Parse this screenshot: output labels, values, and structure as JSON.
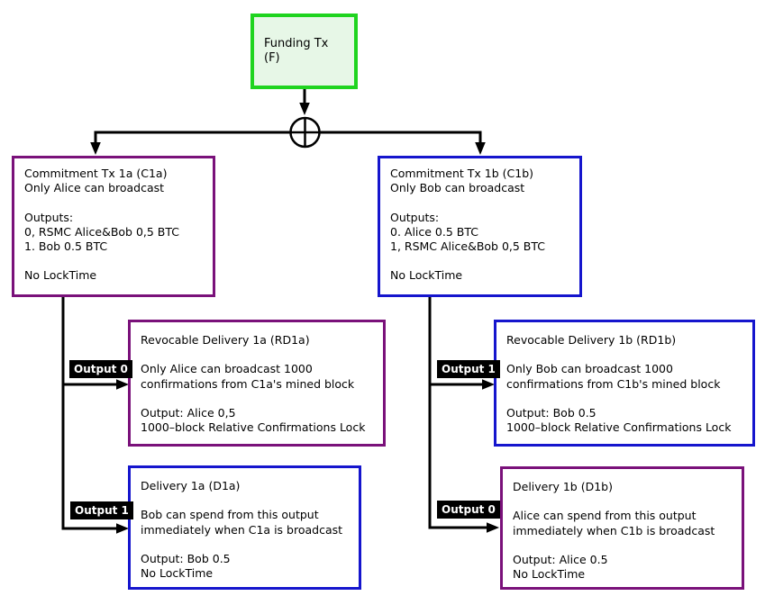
{
  "colors": {
    "green_border": "#1fd41f",
    "green_fill": "#e7f7e7",
    "purple": "#7a117a",
    "blue": "#1515cd",
    "badge_bg": "#000000",
    "badge_text": "#ffffff",
    "line": "#000000"
  },
  "funding": {
    "label": "Funding Tx (F)"
  },
  "boxes": {
    "c1a": {
      "lines": [
        "Commitment Tx 1a (C1a)",
        "Only Alice can broadcast",
        "",
        "Outputs:",
        "0, RSMC Alice&Bob 0,5 BTC",
        "1. Bob 0.5 BTC",
        "",
        "No LockTime"
      ]
    },
    "c1b": {
      "lines": [
        "Commitment Tx 1b (C1b)",
        "Only Bob can broadcast",
        "",
        "Outputs:",
        "0. Alice 0.5 BTC",
        "1, RSMC Alice&Bob 0,5 BTC",
        "",
        "No LockTime"
      ]
    },
    "rd1a": {
      "lines": [
        "Revocable Delivery 1a (RD1a)",
        "",
        "Only Alice can broadcast 1000",
        "confirmations from C1a's mined block",
        "",
        "Output: Alice 0,5",
        "1000–block Relative Confirmations Lock"
      ]
    },
    "rd1b": {
      "lines": [
        "Revocable Delivery 1b (RD1b)",
        "",
        "Only Bob can broadcast 1000",
        "confirmations from C1b's mined block",
        "",
        "Output: Bob 0.5",
        "1000–block Relative Confirmations Lock"
      ]
    },
    "d1a": {
      "lines": [
        "Delivery 1a (D1a)",
        "",
        "Bob can spend from this output",
        "immediately when C1a is broadcast",
        "",
        "Output: Bob 0.5",
        "No LockTime"
      ]
    },
    "d1b": {
      "lines": [
        "Delivery 1b (D1b)",
        "",
        "Alice can spend from this output",
        "immediately when C1b is broadcast",
        "",
        "Output: Alice 0.5",
        "No LockTime"
      ]
    }
  },
  "badges": {
    "left_top": "Output 0",
    "left_bottom": "Output 1",
    "right_top": "Output 1",
    "right_bottom": "Output 0"
  }
}
